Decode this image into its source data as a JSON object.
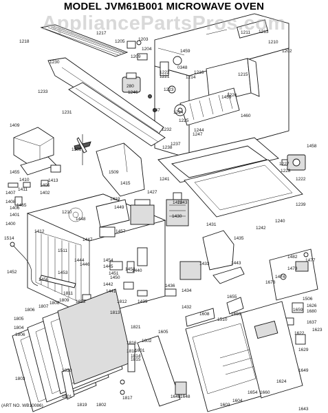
{
  "title": "MODEL JVM61B001 MICROWAVE OVEN",
  "watermark": "AppliancePartsPros.com",
  "art_no": "(ART NO. WB10086)",
  "part_labels": [
    "1218",
    "1217",
    "1205",
    "1204",
    "1209",
    "1203",
    "1211",
    "1213",
    "1210",
    "1202",
    "1230",
    "1459",
    "1222",
    "0348",
    "1216",
    "1215",
    "1246",
    "1221",
    "1223",
    "1214",
    "1226",
    "1459",
    "280",
    "1233",
    "1231",
    "1247",
    "347",
    "1224",
    "1225",
    "1460",
    "1244",
    "1232",
    "1409",
    "1508",
    "1238",
    "1237",
    "1458",
    "1227",
    "1228",
    "1222",
    "1455",
    "1509",
    "1410",
    "1413",
    "1415",
    "1241",
    "1407",
    "1405",
    "1402",
    "1411",
    "1406",
    "1465",
    "1408",
    "1401",
    "1419",
    "1449",
    "1427",
    "1428",
    "1243",
    "1239",
    "1400",
    "1210",
    "1448",
    "1457",
    "1430",
    "1242",
    "1240",
    "1514",
    "1431",
    "1435",
    "1412",
    "1447",
    "1454",
    "1446",
    "1445",
    "1451",
    "1453",
    "1452",
    "1433",
    "1443",
    "1511",
    "1453",
    "1456",
    "1450",
    "1444",
    "1442",
    "1441",
    "1440",
    "1439",
    "1436",
    "1434",
    "1432",
    "1655",
    "1482",
    "1477",
    "1473",
    "1474",
    "1673",
    "1510",
    "1506",
    "1626",
    "1659",
    "1680",
    "1637",
    "1812",
    "1812",
    "1811",
    "1809",
    "1808",
    "1807",
    "1806",
    "1805",
    "1804",
    "1813",
    "1816",
    "1821",
    "1656",
    "1608",
    "1605",
    "1602",
    "1601",
    "1806",
    "1815",
    "1810",
    "1814",
    "1803",
    "1820",
    "1801",
    "1802",
    "1819",
    "1817",
    "1648",
    "1648",
    "1643",
    "1604",
    "1654",
    "1660",
    "1624",
    "1622",
    "1623",
    "1649",
    "1629",
    "1603"
  ]
}
